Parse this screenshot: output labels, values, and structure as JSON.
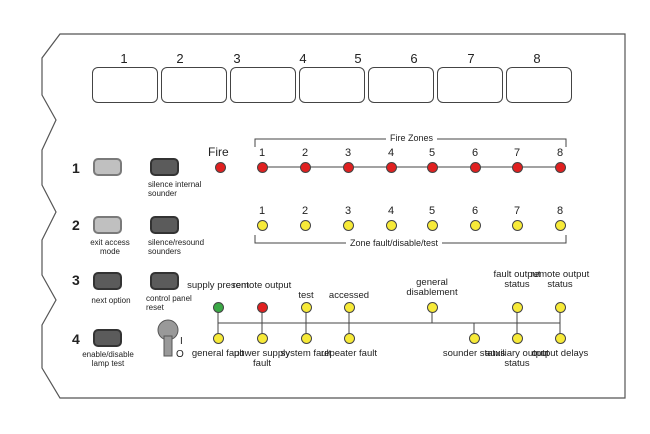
{
  "zone_boxes": [
    "1",
    "2",
    "3",
    "4",
    "5",
    "6",
    "7",
    "8"
  ],
  "fire": {
    "label": "Fire",
    "group_title": "Fire Zones",
    "zone_numbers": [
      "1",
      "2",
      "3",
      "4",
      "5",
      "6",
      "7",
      "8"
    ]
  },
  "fault_zones": {
    "group_title": "Zone fault/disable/test",
    "zone_numbers": [
      "1",
      "2",
      "3",
      "4",
      "5",
      "6",
      "7",
      "8"
    ]
  },
  "buttons": {
    "row1": {
      "number": "1",
      "right_label": "silence internal sounder"
    },
    "row2": {
      "number": "2",
      "left_label": "exit access mode",
      "right_label": "silence/resound sounders"
    },
    "row3": {
      "number": "3",
      "left_label": "next option",
      "right_label": "control panel reset"
    },
    "row4": {
      "number": "4",
      "left_label": "enable/disable lamp test"
    }
  },
  "keyswitch": {
    "on_mark": "I",
    "off_mark": "O"
  },
  "status_top": {
    "supply_present": "supply present",
    "remote_output": "remote output",
    "test": "test",
    "accessed": "accessed",
    "general_disablement": "general disablement",
    "fault_output_status": "fault output status",
    "remote_output_status": "remote output status"
  },
  "status_bottom": {
    "general_fault": "general fault",
    "power_supply_fault": "power supply fault",
    "system_fault": "system fault",
    "repeater_fault": "repeater fault",
    "sounder_status": "sounder status",
    "auxiliary_output_status": "auxiliary output status",
    "output_delays": "output delays"
  },
  "colors": {
    "red_led": "#e02020",
    "yellow_led": "#f7ea38",
    "green_led": "#3aa845"
  }
}
